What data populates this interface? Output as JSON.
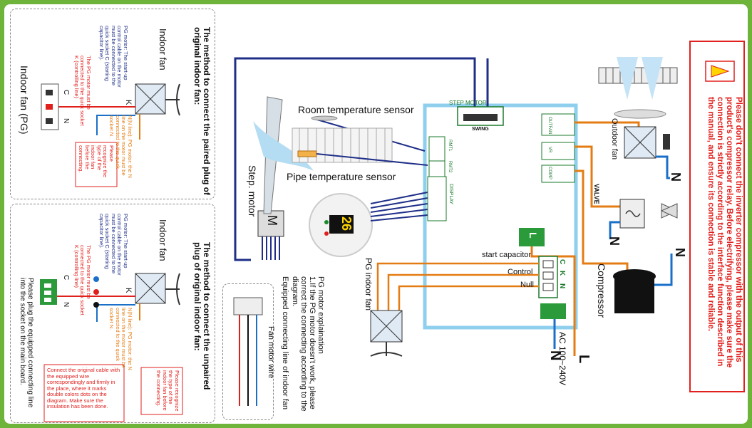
{
  "warning": {
    "text": "Please don't connect the inverter compressor with the output of this product's compressor relay. Before electrifying, please make sure the connection is strictly according to the interface function described in the manual, and ensure its connection is stable and reliable."
  },
  "main_diagram": {
    "outdoor_fan_label": "Outdoor fan",
    "valve_label": "VALVE",
    "compressor_label": "Compressor",
    "step_motor_label": "Step. motor",
    "step_motor_board_label": "STEP MOTOR",
    "swing_label": "SWING",
    "room_sensor_label": "Room temperature sensor",
    "pipe_sensor_label": "Pipe temperature sensor",
    "rmt1_label": "RMT1",
    "rmt2_label": "RMT2",
    "display_label": "DISPLAY",
    "display_value": "26",
    "outfan_port": "OUTFAN",
    "vr_port": "VR",
    "comp_port": "COMP",
    "start_capacitor_label": "start capacitor",
    "control_label": "Control",
    "null_label": "Null",
    "terminal_c": "C",
    "terminal_k": "K",
    "terminal_n": "N",
    "n_label": "N",
    "l_label": "L",
    "ac_label": "AC 100~240V",
    "pg_indoor_fan_label": "PG indoor fan",
    "motor_m": "M",
    "power_L": "L",
    "power_N": "N"
  },
  "pg_explanation": {
    "title": "PG motor explaination",
    "line1": "1.If the PG motor doesn't work, please correct the connecting according to the diagram.",
    "line2": "Equipped connecting line of indoor fan",
    "fan_motor_wire": "Fan motor wire"
  },
  "paired_panel": {
    "title": "The method to connect the paired plug of original indoor fan:",
    "indoor_fan": "Indoor fan",
    "indoor_fan_pg": "Indoor fan (PG)",
    "note_blue": "PG motor: The start-up control cable on the motor must be connected to the quick socket C (starting capacitor line).",
    "note_red": "The PG motor must be connected to the quick socket K (controlling line)",
    "note_orange": "N(N line): PG motor: the N line on the motor must be connected to the quick socket N.",
    "note_recognize": "Please recognize the type of the indoor fan before the connecting.",
    "k": "K",
    "c": "C",
    "n": "N"
  },
  "unpaired_panel": {
    "title": "The method to connect the unpaired plug of original indoor fan:",
    "indoor_fan": "Indoor fan",
    "note_blue": "PG motor: The start-up control cable on the motor must be connected to the quick socket C (starting capacitor line).",
    "note_red": "The PG motor must be connected to the quick socket K (controlling line)",
    "note_orange": "N(N line): PG motor: the N line on the motor must be connected to the quick socket N.",
    "note_recognize": "Please recognize the type of the indoor fan before the connecting.",
    "plug_note": "Please plug the equipped connecting line into the socket on the main board.",
    "connect_note": "Connect the original cable with the equipped wire correspondingly and firmly in the place, where it marks double colors dots on the diagram. Make sure the insulation has been done.",
    "k": "K",
    "c": "C",
    "n": "N"
  }
}
